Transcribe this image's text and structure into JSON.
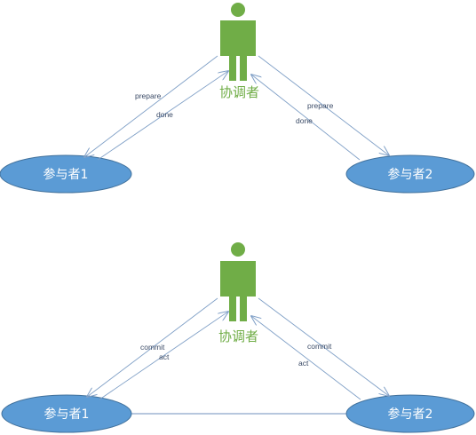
{
  "colors": {
    "coordinator": "#70ad47",
    "participant": "#5b9bd5",
    "participant_border": "#41719c",
    "arrow": "#7f9fc6",
    "edge_label": "#3a4a66"
  },
  "icons": {
    "coordinator": "person-icon"
  },
  "top": {
    "coordinator_label": "协调者",
    "participant_1": "参与者1",
    "participant_2": "参与者2",
    "edge_left_out": "prepare",
    "edge_left_back": "done",
    "edge_right_out": "prepare",
    "edge_right_back": "done"
  },
  "bottom": {
    "coordinator_label": "协调者",
    "participant_1": "参与者1",
    "participant_2": "参与者2",
    "edge_left_out": "commit",
    "edge_left_back": "act",
    "edge_right_out": "commit",
    "edge_right_back": "act"
  }
}
